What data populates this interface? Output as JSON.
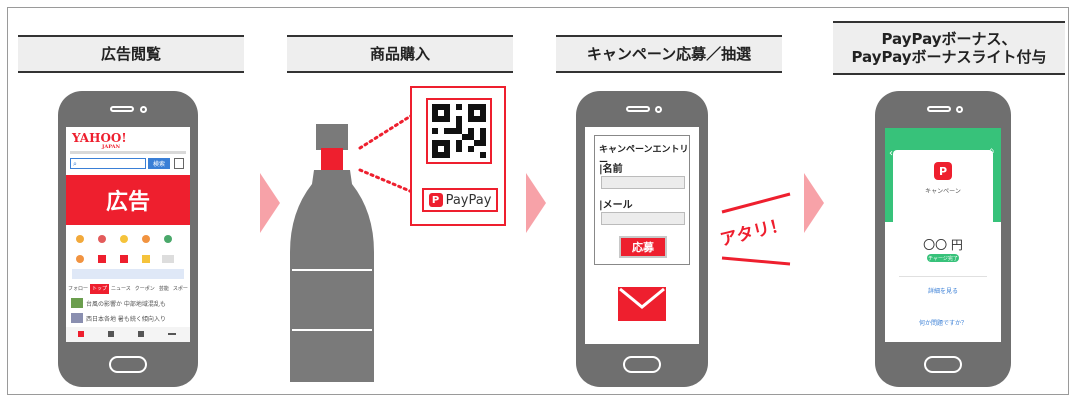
{
  "steps": [
    {
      "title": "広告閲覧"
    },
    {
      "title": "商品購入"
    },
    {
      "title": "キャンペーン応募／抽選"
    },
    {
      "title_line1": "PayPayボーナス、",
      "title_line2": "PayPayボーナスライト付与"
    }
  ],
  "ad_phone": {
    "logo": "YAHOO!",
    "logo_sub": "JAPAN",
    "search_button": "検索",
    "ad_label": "広告",
    "tabs": [
      "フォロー",
      "トップ",
      "ニュース",
      "クーポン",
      "芸能",
      "スポー"
    ],
    "news_lines": [
      "台風の影響か 中部地域混乱も",
      "西日本各地 暑も続く傾向入り"
    ]
  },
  "purchase": {
    "brand": "PayPay"
  },
  "entry_form": {
    "title": "キャンペーンエントリー",
    "name_label": "名前",
    "mail_label": "メール",
    "submit_label": "応募",
    "win_text": "アタリ！"
  },
  "bonus_phone": {
    "campaign_label": "キャンペーン",
    "amount": "〇〇 円",
    "badge": "チャージ完了",
    "details_link": "詳細を見る",
    "help_link": "何か問題ですか？"
  },
  "colors": {
    "accent_red": "#ee1f2e",
    "paypay_green": "#37c27a",
    "arrow_pink": "#f7a2a8",
    "phone_body": "#6f6f6f"
  }
}
